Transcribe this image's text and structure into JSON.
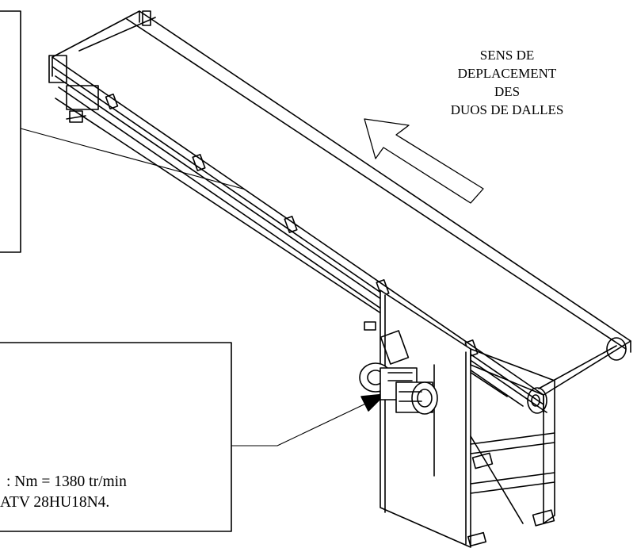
{
  "direction_label": {
    "lines": [
      "SENS DE",
      "DEPLACEMENT",
      "DES",
      "DUOS DE DALLES"
    ]
  },
  "motor_callout": {
    "lines": [
      ": Nm = 1380 tr/min",
      "ATV 28HU18N4."
    ]
  }
}
